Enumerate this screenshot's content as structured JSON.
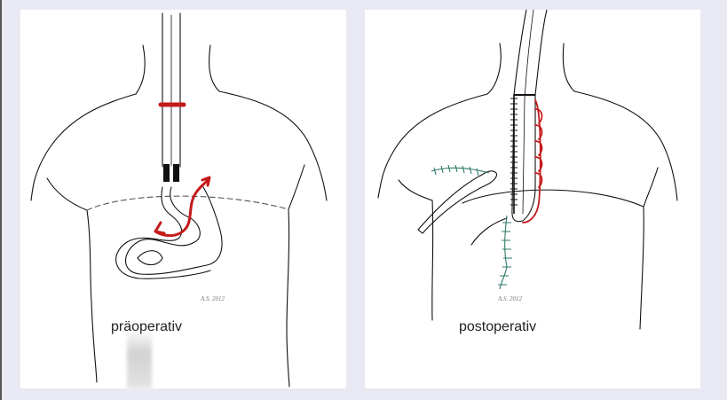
{
  "panels": {
    "pre": {
      "caption": "präoperativ",
      "signature": "A.S. 2012"
    },
    "post": {
      "caption": "postoperativ",
      "signature": "A.S. 2012"
    }
  },
  "colors": {
    "background": "#e9e9f3",
    "panel": "#ffffff",
    "ink": "#111111",
    "accent_red": "#c41a1a",
    "suture_green": "#2f7a6a"
  }
}
